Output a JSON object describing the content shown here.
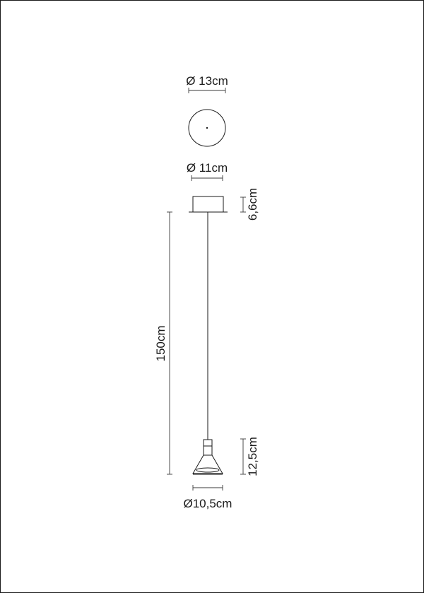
{
  "labels": {
    "canopy_diameter": "Ø 13cm",
    "canopy_inner_diameter": "Ø 11cm",
    "canopy_height": "6,6cm",
    "cable_length": "150cm",
    "shade_height": "12,5cm",
    "shade_diameter": "Ø10,5cm"
  },
  "colors": {
    "line": "#1a1a1a",
    "background": "#ffffff"
  }
}
